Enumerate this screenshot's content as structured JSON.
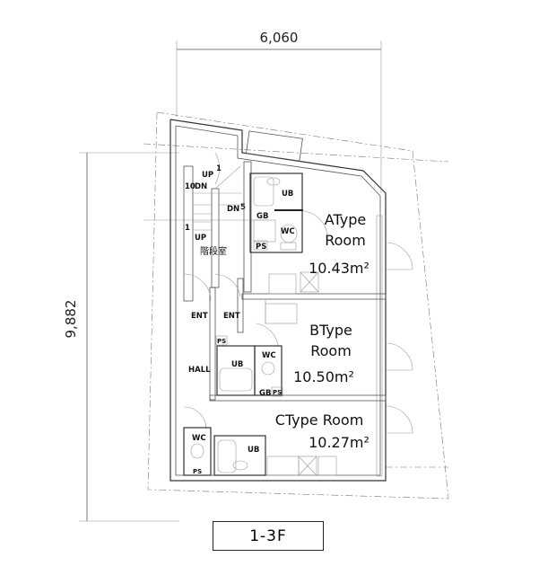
{
  "dimensions": {
    "width_label": "6,060",
    "depth_label": "9,882"
  },
  "floor_label": "1-3F",
  "rooms": [
    {
      "type_line1": "AType",
      "type_line2": "Room",
      "area": "10.43m²"
    },
    {
      "type_line1": "BType",
      "type_line2": "Room",
      "area": "10.50m²"
    },
    {
      "type_line1": "CType Room",
      "area": "10.27m²"
    }
  ],
  "labels": {
    "ub": "UB",
    "wc": "WC",
    "gb": "GB",
    "ps": "PS",
    "ent": "ENT",
    "hall": "HALL",
    "stair": "階段室",
    "up": "UP",
    "dn": "DN",
    "step10": "10",
    "step5": "5",
    "step1": "1"
  }
}
